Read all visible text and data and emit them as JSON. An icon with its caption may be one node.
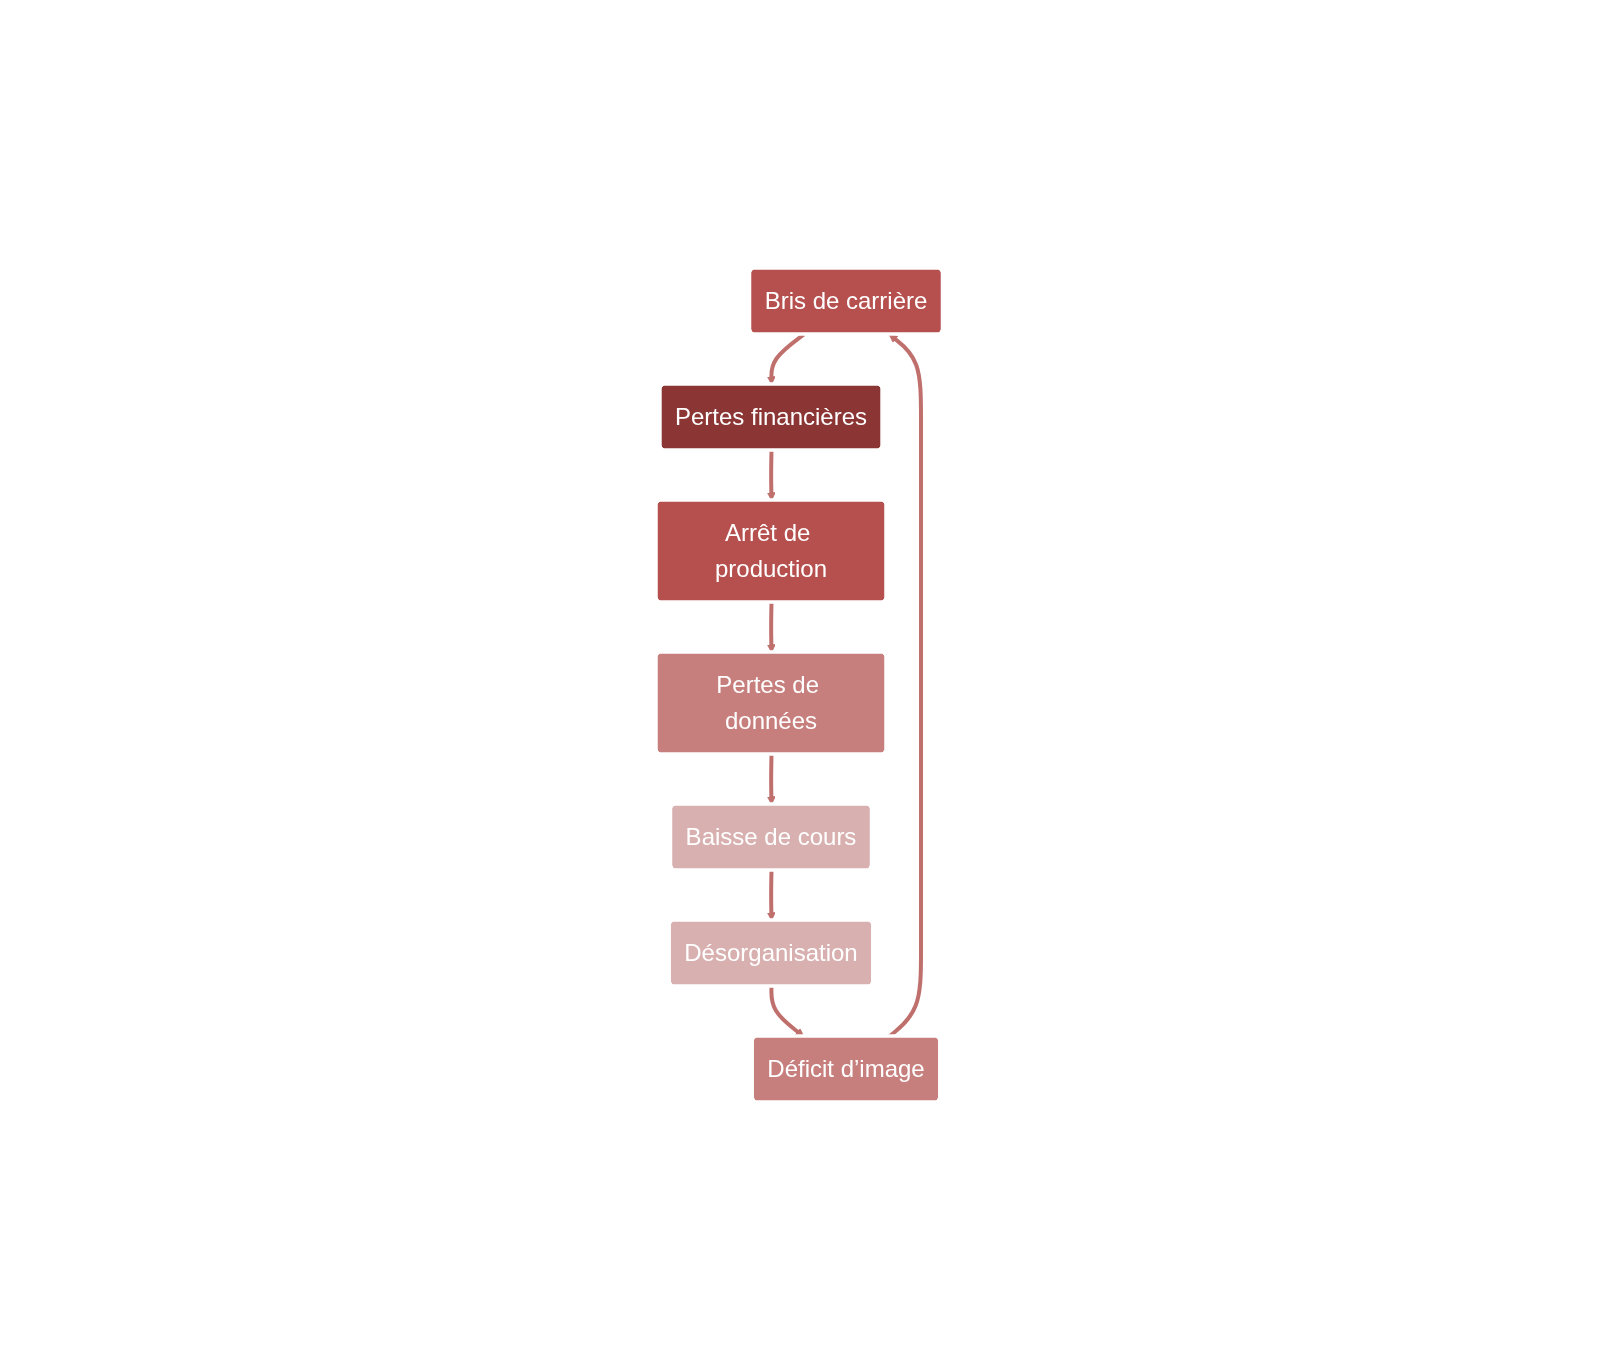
{
  "diagram": {
    "nodes": [
      {
        "text": [
          "Bris de carrière"
        ]
      },
      {
        "text": [
          "Pertes financières"
        ]
      },
      {
        "text": [
          "Arrêt de production"
        ]
      },
      {
        "text": [
          "Pertes de données"
        ]
      },
      {
        "text": [
          "Baisse de cours"
        ]
      },
      {
        "text": [
          "Désorganisation"
        ]
      },
      {
        "text": [
          "Déficit d’image"
        ]
      }
    ],
    "edges": [
      {
        "from": 0,
        "to": 1,
        "arrow": "to"
      },
      {
        "from": 1,
        "to": 2,
        "arrow": "to"
      },
      {
        "from": 2,
        "to": 3,
        "arrow": "to"
      },
      {
        "from": 3,
        "to": 4,
        "arrow": "to"
      },
      {
        "from": 4,
        "to": 5,
        "arrow": "to"
      },
      {
        "from": 5,
        "to": 6,
        "arrow": "to"
      },
      {
        "from": 6,
        "to": 0,
        "arrow": "to"
      }
    ]
  }
}
